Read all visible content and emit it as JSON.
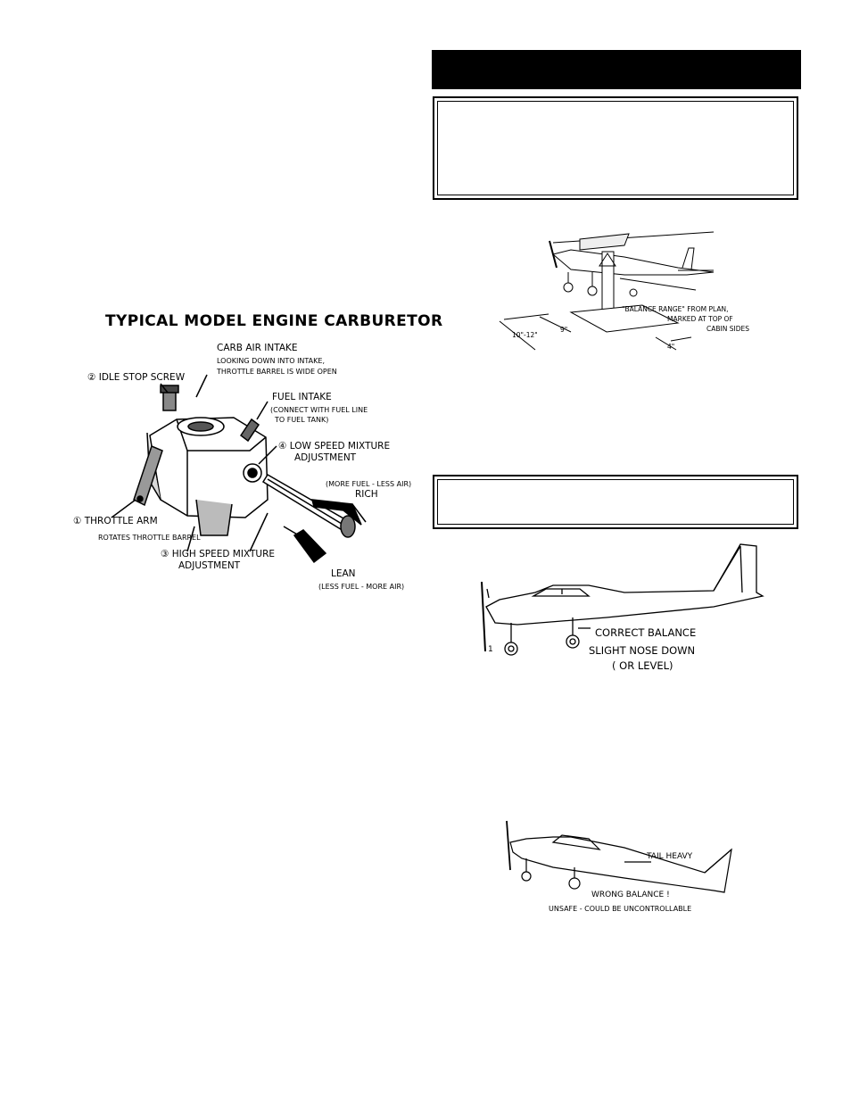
{
  "carburetor": {
    "title": "TYPICAL MODEL ENGINE CARBURETOR",
    "labels": {
      "carb_air_intake": "CARB AIR INTAKE",
      "carb_air_intake_note1": "LOOKING DOWN INTO INTAKE,",
      "carb_air_intake_note2": "THROTTLE BARREL IS WIDE OPEN",
      "idle_stop": "② IDLE STOP SCREW",
      "fuel_intake": "FUEL INTAKE",
      "fuel_intake_note1": "(CONNECT WITH FUEL LINE",
      "fuel_intake_note2": "TO FUEL TANK)",
      "low_speed1": "④ LOW SPEED MIXTURE",
      "low_speed2": "ADJUSTMENT",
      "rich_note": "(MORE FUEL - LESS AIR)",
      "rich": "RICH",
      "throttle_arm": "① THROTTLE ARM",
      "throttle_arm_note": "ROTATES THROTTLE BARREL",
      "high_speed1": "③ HIGH SPEED MIXTURE",
      "high_speed2": "ADJUSTMENT",
      "lean": "LEAN",
      "lean_note": "(LESS FUEL - MORE AIR)"
    }
  },
  "balance_stand": {
    "balance_range1": "\"BALANCE RANGE\" FROM PLAN,",
    "balance_range2": "MARKED AT TOP OF",
    "balance_range3": "CABIN SIDES",
    "dim1": "10\"-12\"",
    "dim2": "9\"",
    "dim3": "4\""
  },
  "correct_plane": {
    "label1": "CORRECT BALANCE",
    "label2": "SLIGHT NOSE DOWN",
    "label3": "( OR LEVEL)",
    "marker": "1"
  },
  "wrong_plane": {
    "tail_heavy": "TAIL HEAVY",
    "label1": "WRONG BALANCE !",
    "label2": "UNSAFE - COULD BE UNCONTROLLABLE"
  }
}
